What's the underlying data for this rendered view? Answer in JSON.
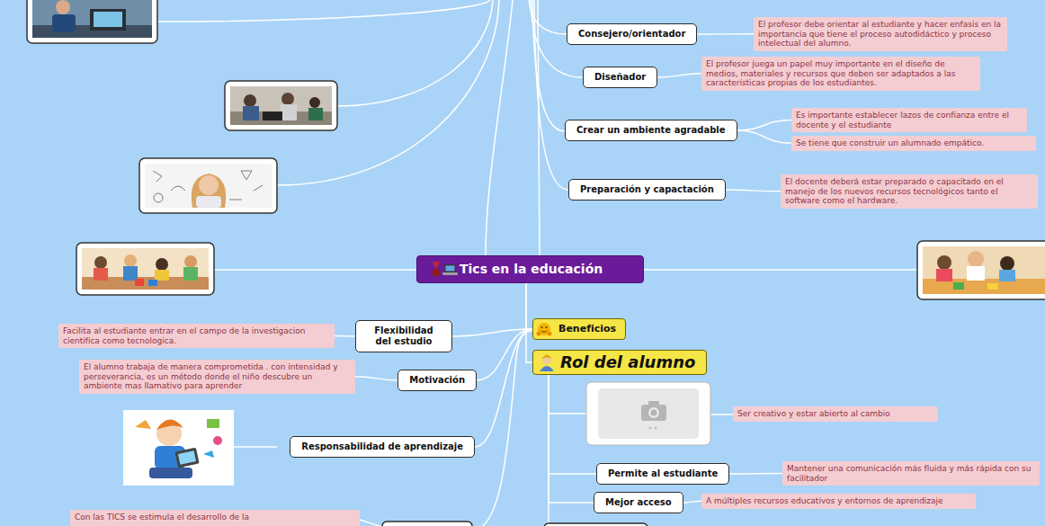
{
  "diagram": {
    "nodes": [
      {
        "text": [
          "Tics en la educación"
        ]
      },
      {
        "text": [
          "Consejero/orientador"
        ]
      },
      {
        "text": [
          "El profesor debe orientar al estudiante y hacer enfasis en la importancia que tiene el proceso autodidáctico y proceso intelectual del alumno."
        ]
      },
      {
        "text": [
          "Diseñador"
        ]
      },
      {
        "text": [
          "El profesor juega un papel muy importante en el diseño de medios, materiales y recursos que deben ser adaptados a las características propias de los estudiantes."
        ]
      },
      {
        "text": [
          "Crear un ambiente agradable"
        ]
      },
      {
        "text": [
          "Es importante establecer lazos de confianza entre el docente y el estudiante"
        ]
      },
      {
        "text": [
          "Se tiene que construir un alumnado empático."
        ]
      },
      {
        "text": [
          "Preparación y capactación"
        ]
      },
      {
        "text": [
          "El docente deberá estar preparado o capacitado en el manejo de los nuevos recursos tecnológicos tanto el software como el hardware."
        ]
      },
      {
        "text": [
          "Flexibilidad del estudio"
        ]
      },
      {
        "text": [
          "Facilita al estudiante entrar en el campo de la investigacion cientifica como tecnologica."
        ]
      },
      {
        "text": [
          "Motivación"
        ]
      },
      {
        "text": [
          "El alumno trabaja de manera comprometida . con intensidad y perseverancia, es un método donde el niño descubre un ambiente mas llamativo para aprender"
        ]
      },
      {
        "text": [
          "Responsabilidad de aprendizaje"
        ]
      },
      {
        "text": [
          "Con las TICS se estimula el desarrollo de la"
        ]
      },
      {
        "text": [
          "Beneficios"
        ]
      },
      {
        "text": [
          "Rol del alumno"
        ]
      },
      {
        "text": [
          "Ser creativo y estar abierto al cambio"
        ]
      },
      {
        "text": [
          "Permite al estudiante"
        ]
      },
      {
        "text": [
          "Mantener una comunicación más fluida y más rápida con su facilitador"
        ]
      },
      {
        "text": [
          "Mejor acceso"
        ]
      },
      {
        "text": [
          "A múltiples recursos educativos y entornos de aprendizaje"
        ]
      }
    ],
    "edges": [
      {
        "from": 1,
        "to": 2,
        "arrow": "none"
      },
      {
        "from": 3,
        "to": 4,
        "arrow": "none"
      },
      {
        "from": 5,
        "to": 6,
        "arrow": "none"
      },
      {
        "from": 5,
        "to": 7,
        "arrow": "none"
      },
      {
        "from": 8,
        "to": 9,
        "arrow": "none"
      },
      {
        "from": 0,
        "to": 16,
        "arrow": "none"
      },
      {
        "from": 0,
        "to": 17,
        "arrow": "none"
      },
      {
        "from": 16,
        "to": 10,
        "arrow": "none"
      },
      {
        "from": 16,
        "to": 12,
        "arrow": "none"
      },
      {
        "from": 16,
        "to": 14,
        "arrow": "none"
      },
      {
        "from": 10,
        "to": 11,
        "arrow": "none"
      },
      {
        "from": 12,
        "to": 13,
        "arrow": "none"
      },
      {
        "from": 17,
        "to": 19,
        "arrow": "none"
      },
      {
        "from": 17,
        "to": 21,
        "arrow": "none"
      },
      {
        "from": 19,
        "to": 20,
        "arrow": "none"
      },
      {
        "from": 21,
        "to": 22,
        "arrow": "none"
      }
    ]
  }
}
